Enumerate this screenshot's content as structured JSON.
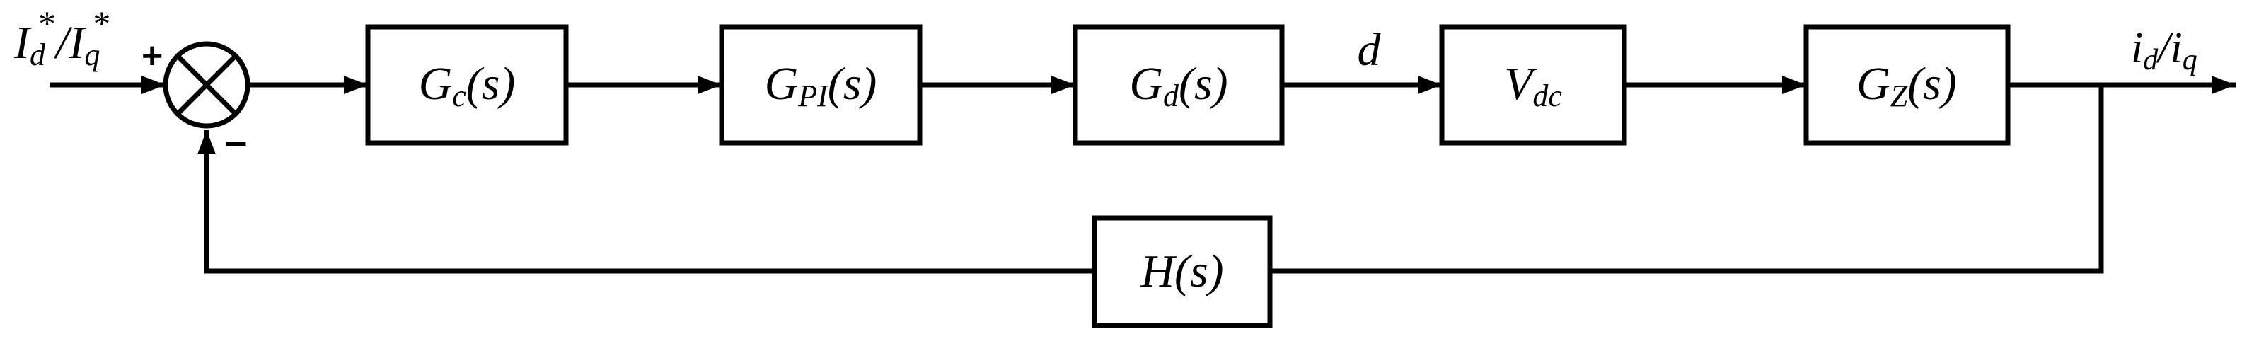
{
  "diagram": {
    "input_label": {
      "main": "I",
      "sub1": "d",
      "sup1": "*",
      "slash": "/",
      "main2": "I",
      "sub2": "q",
      "sup2": "*"
    },
    "plus_sign": "+",
    "minus_sign": "–",
    "blocks": {
      "gc": {
        "main": "G",
        "sub": "c",
        "arg": "(s)"
      },
      "gpi": {
        "main": "G",
        "sub": "PI",
        "arg": "(s)"
      },
      "gd": {
        "main": "G",
        "sub": "d",
        "arg": "(s)"
      },
      "vdc": {
        "main": "V",
        "sub": "dc",
        "arg": ""
      },
      "gz": {
        "main": "G",
        "sub": "Z",
        "arg": "(s)"
      },
      "h": {
        "main": "H",
        "sub": "",
        "arg": "(s)"
      }
    },
    "signal_d": "d",
    "output_label": {
      "main": "i",
      "sub1": "d",
      "slash": "/",
      "main2": "i",
      "sub2": "q"
    },
    "colors": {
      "line": "#000000",
      "background": "#ffffff"
    }
  }
}
